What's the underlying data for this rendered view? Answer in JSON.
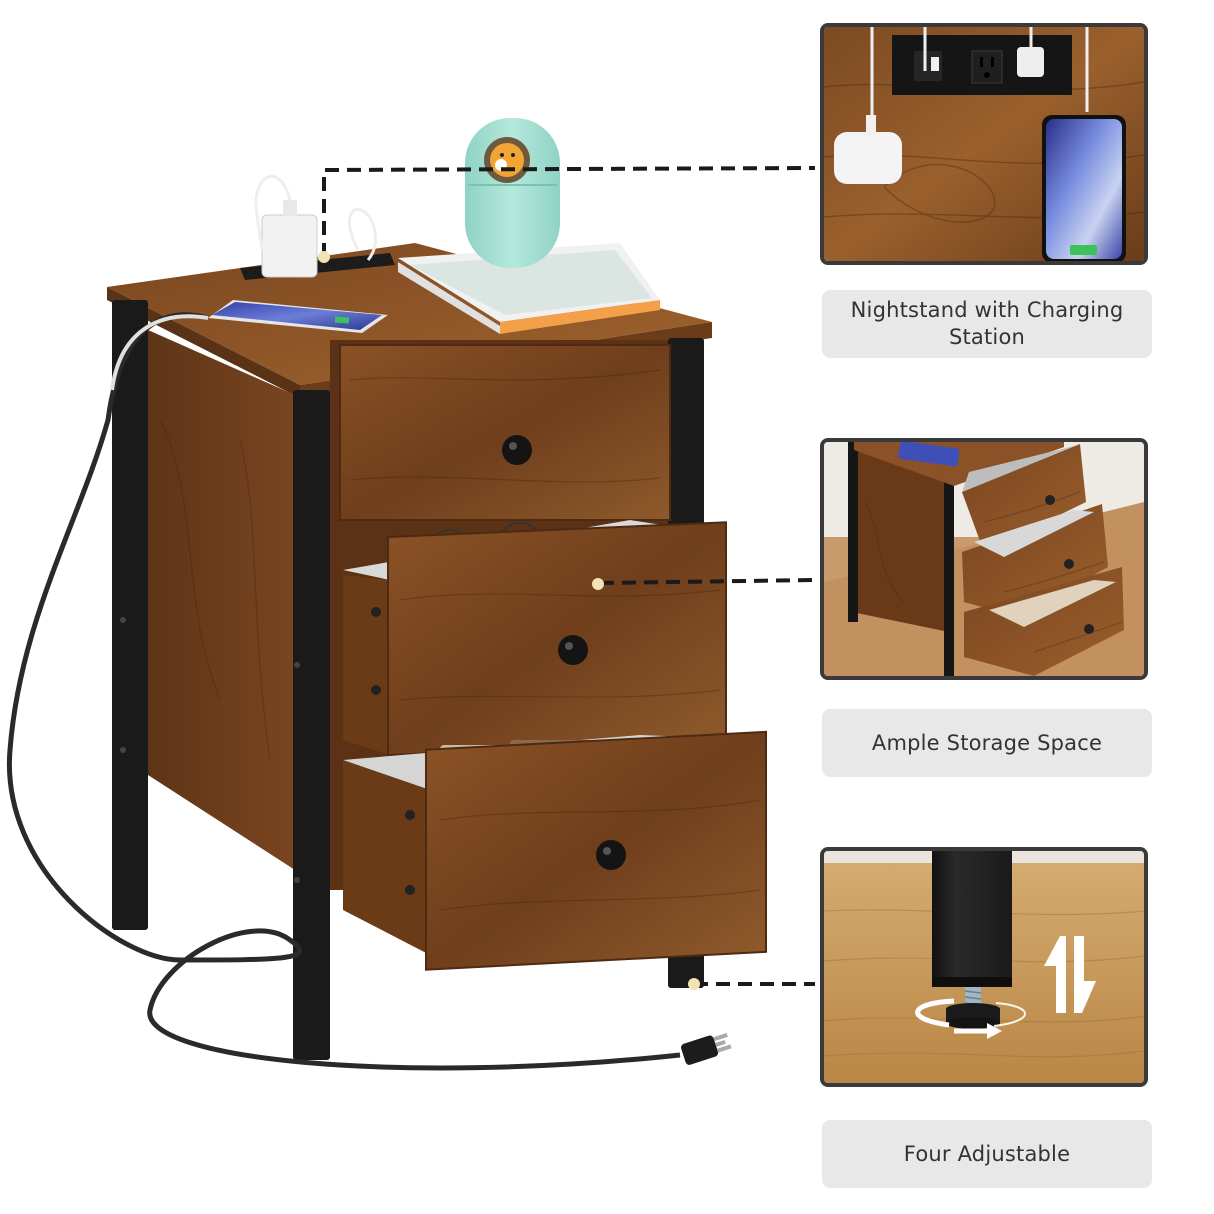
{
  "features": [
    {
      "id": "charging-station",
      "caption": "Nightstand with Charging Station",
      "panel_alt": "Top view of nightstand charging strip with AC outlet and USB ports, earbuds case and phone charging"
    },
    {
      "id": "storage",
      "caption": "Ample Storage Space",
      "panel_alt": "Nightstand with three open drawers holding items"
    },
    {
      "id": "adjustable-feet",
      "caption": "Four Adjustable",
      "panel_alt": "Close-up of black metal leg with adjustable foot pad, rotation and up-down arrows"
    }
  ],
  "main_product": {
    "alt": "Rustic brown nightstand with black metal frame, three drawers, power cord and charging station on top"
  },
  "colors": {
    "wood": "#7a4520",
    "wood_dark": "#4e2a12",
    "frame": "#1a1a1a",
    "caption_bg": "#e8e8e8",
    "caption_text": "#333333",
    "panel_border": "#3a3a3a",
    "leader_line": "#1a1a1a",
    "marker_dot": "#f1e3b5"
  }
}
